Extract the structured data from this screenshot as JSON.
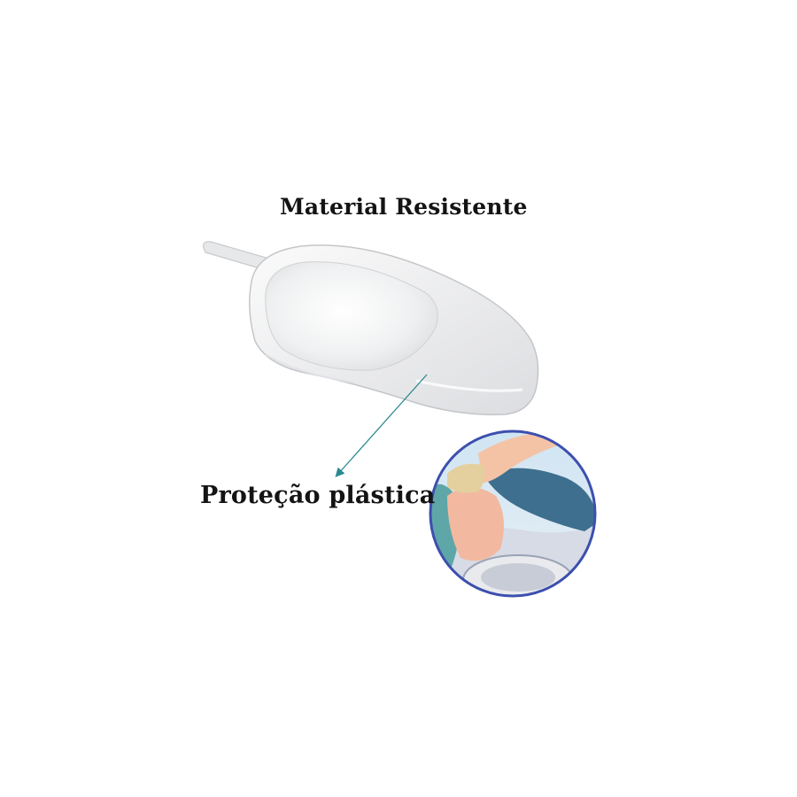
{
  "captions": {
    "title": "Material Resistente",
    "feature": "Proteção plástica"
  },
  "icons": {
    "product": "bedpan-illustration",
    "usage": "patient-usage-illustration",
    "pointer": "arrow-pointer-icon"
  },
  "colors": {
    "background": "#ffffff",
    "text": "#141414",
    "arrow": "#2a8a8f",
    "circle_border": "#3d4fae"
  }
}
